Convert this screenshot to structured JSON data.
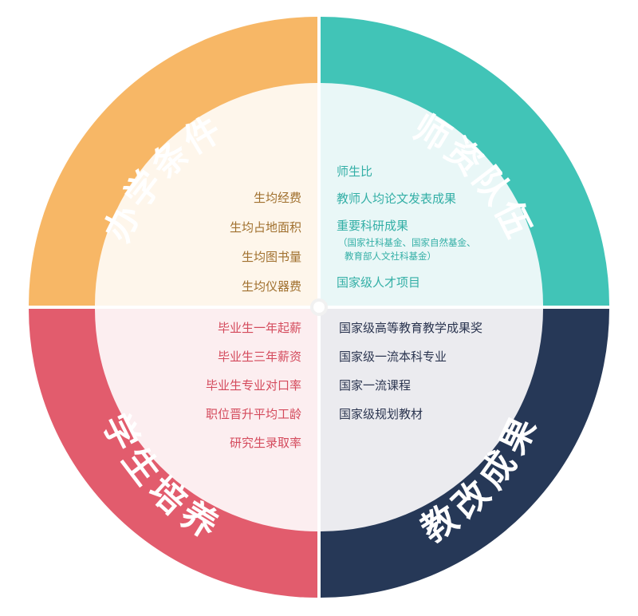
{
  "quadrants": [
    {
      "id": "tl",
      "title": "办学条件",
      "ring_color": "#F7B766",
      "fill_color": "#FEF6EB",
      "text_color": "#A0702E",
      "items": [
        "生均经费",
        "生均占地面积",
        "生均图书量",
        "生均仪器费"
      ]
    },
    {
      "id": "tr",
      "title": "师资队伍",
      "ring_color": "#41C4B7",
      "fill_color": "#E9F7F7",
      "text_color": "#33AFA6",
      "items": [
        {
          "label": "师生比"
        },
        {
          "label": "教师人均论文发表成果"
        },
        {
          "label": "重要科研成果",
          "sub": [
            "（国家社科基金、国家自然基金、",
            "教育部人文社科基金）"
          ]
        },
        {
          "label": "国家级人才项目"
        }
      ]
    },
    {
      "id": "bl",
      "title": "学生培养",
      "ring_color": "#E25C6D",
      "fill_color": "#FCEEF0",
      "text_color": "#D44A5C",
      "items": [
        "毕业生一年起薪",
        "毕业生三年薪资",
        "毕业生专业对口率",
        "职位晋升平均工龄",
        "研究生录取率"
      ]
    },
    {
      "id": "br",
      "title": "教改成果",
      "ring_color": "#263857",
      "fill_color": "#EBEBEF",
      "text_color": "#2B3550",
      "items": [
        "国家级高等教育教学成果奖",
        "国家级一流本科专业",
        "国家一流课程",
        "国家级规划教材"
      ]
    }
  ]
}
